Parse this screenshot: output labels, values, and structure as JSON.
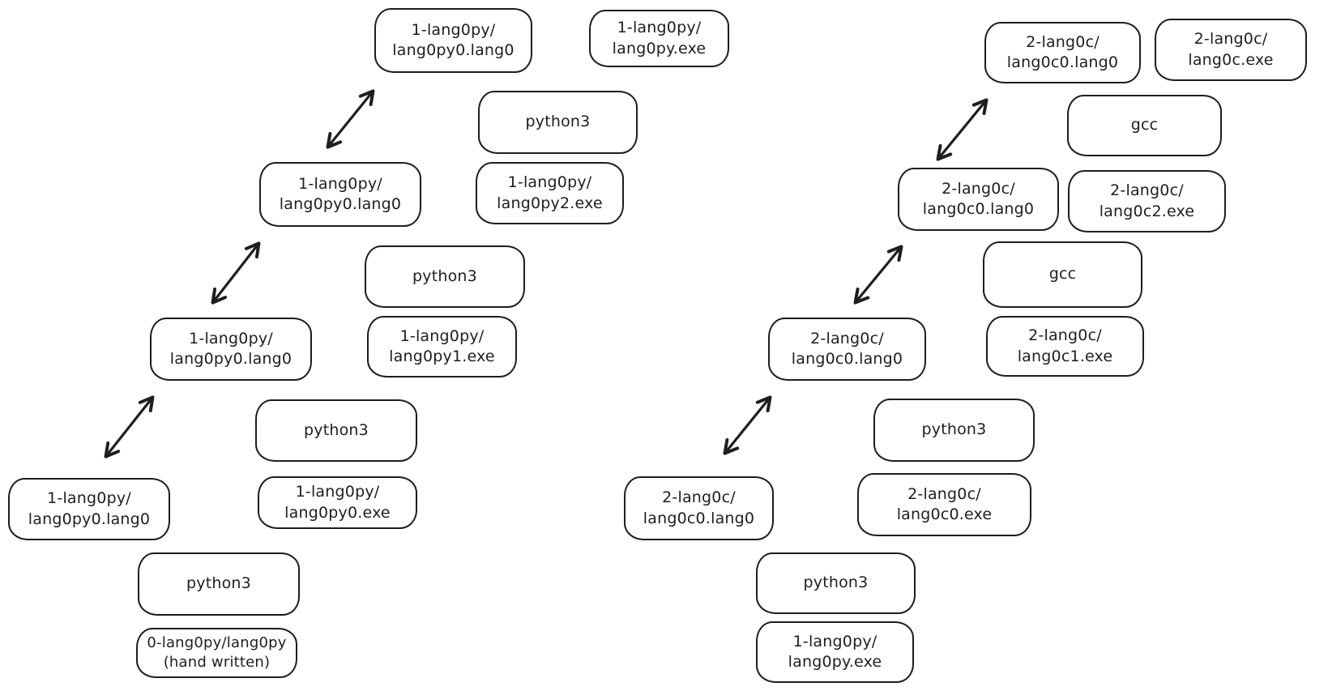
{
  "colors": {
    "stroke": "#1e1e1e",
    "background": "#ffffff"
  },
  "boxes": [
    {
      "id": "py-source-4",
      "label": "1-lang0py/\nlang0py0.lang0"
    },
    {
      "id": "py-final-exe",
      "label": "1-lang0py/\nlang0py.exe"
    },
    {
      "id": "py-python3-4",
      "label": "python3"
    },
    {
      "id": "py-source-3",
      "label": "1-lang0py/\nlang0py0.lang0"
    },
    {
      "id": "py-exe-2",
      "label": "1-lang0py/\nlang0py2.exe"
    },
    {
      "id": "py-python3-3",
      "label": "python3"
    },
    {
      "id": "py-source-2",
      "label": "1-lang0py/\nlang0py0.lang0"
    },
    {
      "id": "py-exe-1",
      "label": "1-lang0py/\nlang0py1.exe"
    },
    {
      "id": "py-python3-2",
      "label": "python3"
    },
    {
      "id": "py-source-1",
      "label": "1-lang0py/\nlang0py0.lang0"
    },
    {
      "id": "py-exe-0",
      "label": "1-lang0py/\nlang0py0.exe"
    },
    {
      "id": "py-python3-1",
      "label": "python3"
    },
    {
      "id": "py-handwritten-seed",
      "label": "0-lang0py/lang0py\n(hand written)"
    },
    {
      "id": "c-source-4",
      "label": "2-lang0c/\nlang0c0.lang0"
    },
    {
      "id": "c-final-exe",
      "label": "2-lang0c/\nlang0c.exe"
    },
    {
      "id": "c-gcc-4",
      "label": "gcc"
    },
    {
      "id": "c-source-3",
      "label": "2-lang0c/\nlang0c0.lang0"
    },
    {
      "id": "c-exe-2",
      "label": "2-lang0c/\nlang0c2.exe"
    },
    {
      "id": "c-gcc-3",
      "label": "gcc"
    },
    {
      "id": "c-source-2",
      "label": "2-lang0c/\nlang0c0.lang0"
    },
    {
      "id": "c-exe-1",
      "label": "2-lang0c/\nlang0c1.exe"
    },
    {
      "id": "c-python3-2",
      "label": "python3"
    },
    {
      "id": "c-source-1",
      "label": "2-lang0c/\nlang0c0.lang0"
    },
    {
      "id": "c-exe-0",
      "label": "2-lang0c/\nlang0c0.exe"
    },
    {
      "id": "c-python3-1",
      "label": "python3"
    },
    {
      "id": "c-py-exe-seed",
      "label": "1-lang0py/\nlang0py.exe"
    }
  ],
  "arrows": [
    {
      "from": "py-source-1",
      "to": "py-source-2",
      "bidirectional": true
    },
    {
      "from": "py-source-2",
      "to": "py-source-3",
      "bidirectional": true
    },
    {
      "from": "py-source-3",
      "to": "py-source-4",
      "bidirectional": true
    },
    {
      "from": "c-source-1",
      "to": "c-source-2",
      "bidirectional": true
    },
    {
      "from": "c-source-2",
      "to": "c-source-3",
      "bidirectional": true
    },
    {
      "from": "c-source-3",
      "to": "c-source-4",
      "bidirectional": true
    }
  ]
}
